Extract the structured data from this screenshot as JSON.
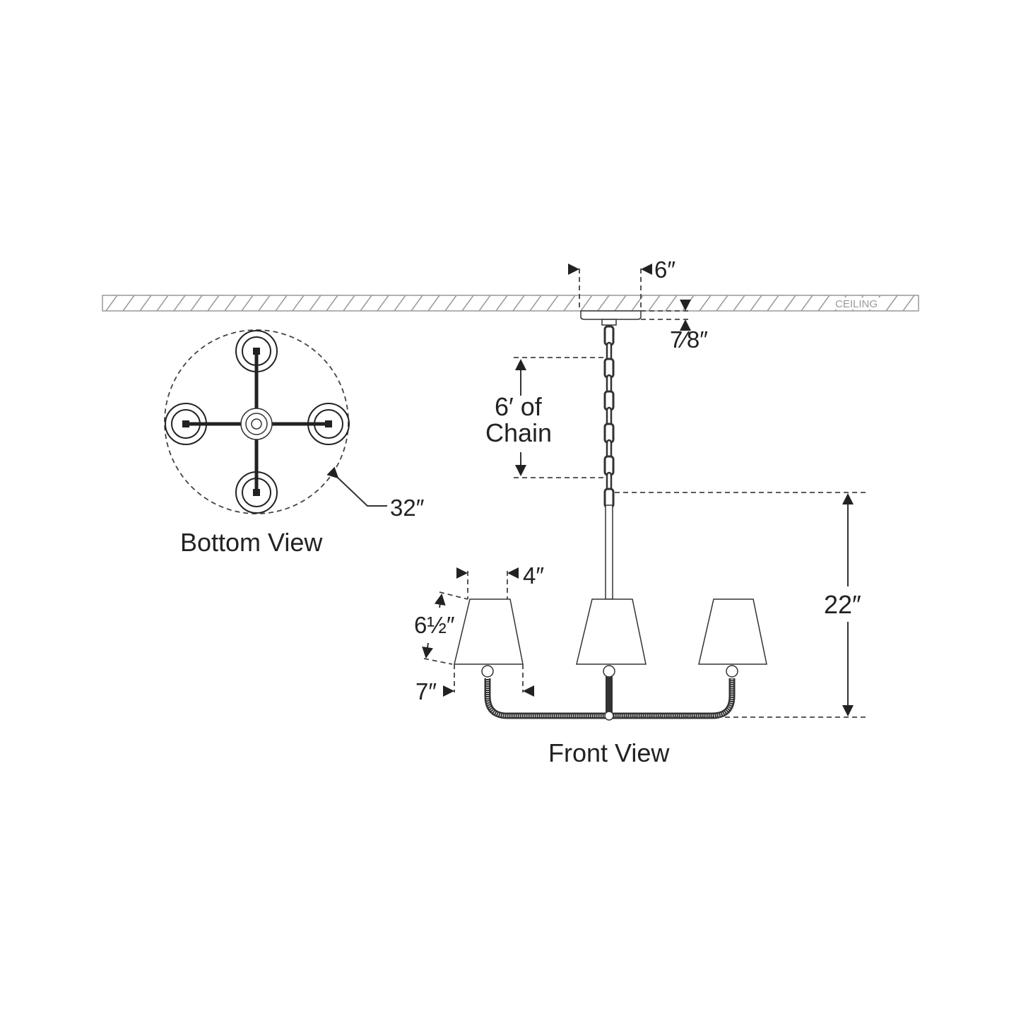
{
  "ceiling_label": "CEILING",
  "views": {
    "bottom": "Bottom View",
    "front": "Front View"
  },
  "dimensions": {
    "canopy_width": "6″",
    "canopy_height": "7⁄8″",
    "chain_line1": "6′ of",
    "chain_line2": "Chain",
    "overall_diameter": "32″",
    "fixture_height": "22″",
    "shade_top": "4″",
    "shade_height": "6½″",
    "shade_bottom": "7″"
  }
}
